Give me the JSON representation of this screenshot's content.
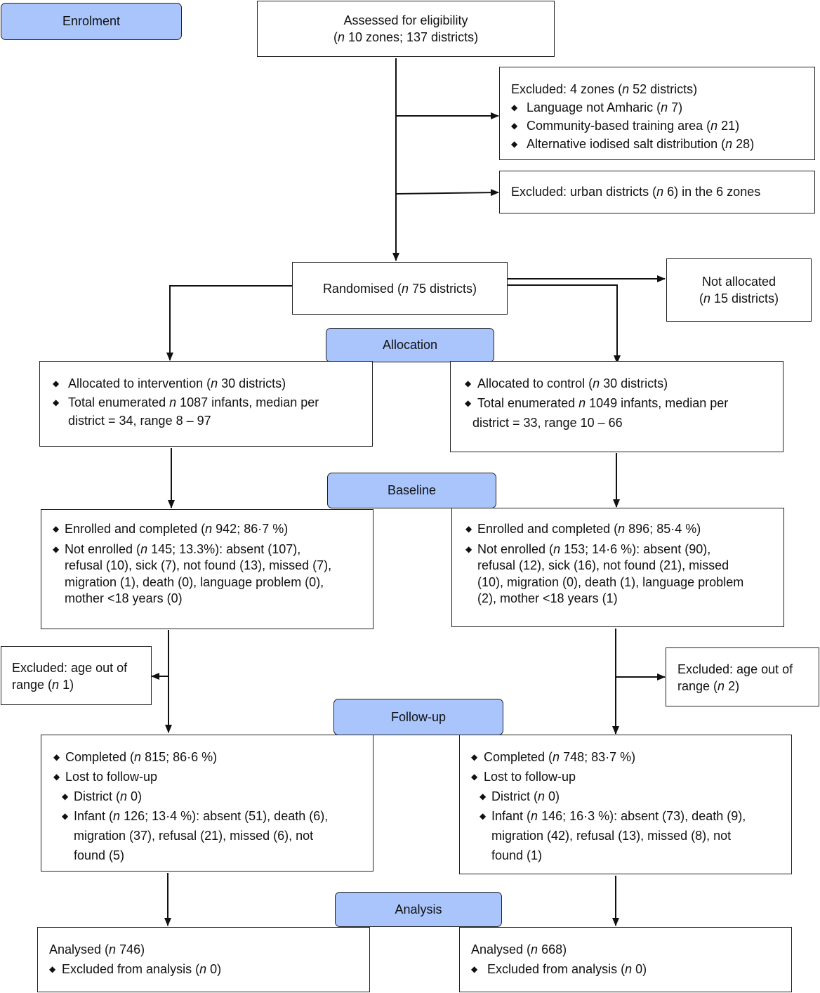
{
  "stages": {
    "enrolment": "Enrolment",
    "allocation": "Allocation",
    "baseline": "Baseline",
    "followup": "Follow-up",
    "analysis": "Analysis"
  },
  "assessed": {
    "line1": "Assessed for eligibility",
    "n": "n",
    "line2": "10 zones; 137 districts)"
  },
  "excluded_zones": {
    "title_pre": "Excluded: 4 zones (",
    "title_post": "52 districts)",
    "items": [
      {
        "pre": "Language not Amharic (",
        "post": "7)"
      },
      {
        "pre": "Community-based training area (",
        "post": "21)"
      },
      {
        "pre": "Alternative iodised salt distribution (",
        "post": "28)"
      }
    ]
  },
  "excluded_urban": {
    "pre": "Excluded: urban districts (",
    "post": "6) in the 6 zones"
  },
  "randomised": {
    "pre": "Randomised (",
    "post": "75 districts)"
  },
  "not_allocated": {
    "line1": "Not allocated",
    "pre": "(",
    "post": "15 districts)"
  },
  "intervention": {
    "alloc_pre": "Allocated to intervention (",
    "alloc_post": "30 districts)",
    "enum_pre": "Total enumerated ",
    "enum_post": "1087 infants, median per",
    "enum_line2": "district = 34, range 8 – 97",
    "enrolled_pre": "Enrolled and completed (",
    "enrolled_post": "942; 86·7 %)",
    "not_enrolled_pre": "Not enrolled (",
    "not_enrolled_post": "145; 13.3%): absent (107),",
    "not_enrolled_lines": [
      "refusal (10), sick (7), not found (13), missed (7),",
      "migration (1), death (0), language problem (0),",
      "mother <18 years (0)"
    ],
    "excluded_age_line1": "Excluded: age out of",
    "excluded_age_pre": "range (",
    "excluded_age_post": "1)",
    "completed_pre": "Completed (",
    "completed_post": "815; 86·6 %)",
    "lost": "Lost to follow-up",
    "district_pre": "District (",
    "district_post": "0)",
    "infant_pre": "Infant (",
    "infant_post": "126; 13·4 %): absent (51), death (6),",
    "infant_lines": [
      "migration (37), refusal (21), missed (6), not",
      "found (5)"
    ],
    "analysed_pre": "Analysed (",
    "analysed_post": "746)",
    "excl_analysis_pre": "Excluded from analysis (",
    "excl_analysis_post": "0)"
  },
  "control": {
    "alloc_pre": "Allocated to control (",
    "alloc_post": "30 districts)",
    "enum_pre": "Total enumerated ",
    "enum_post": "1049 infants, median per",
    "enum_line2": "district = 33, range 10 – 66",
    "enrolled_pre": "Enrolled and completed (",
    "enrolled_post": "896; 85·4 %)",
    "not_enrolled_pre": "Not enrolled (",
    "not_enrolled_post": "153; 14·6 %): absent (90),",
    "not_enrolled_lines": [
      "refusal (12), sick (16), not found (21), missed",
      "(10), migration (0), death (1), language problem",
      "(2), mother <18 years (1)"
    ],
    "excluded_age_line1": "Excluded: age out of",
    "excluded_age_pre": "range (",
    "excluded_age_post": "2)",
    "completed_pre": "Completed (",
    "completed_post": "748; 83·7 %)",
    "lost": "Lost to follow-up",
    "district_pre": "District (",
    "district_post": "0)",
    "infant_pre": "Infant (",
    "infant_post": "146; 16·3 %): absent (73), death (9),",
    "infant_lines": [
      "migration (42), refusal (13), missed (8), not",
      "found (1)"
    ],
    "analysed_pre": "Analysed (",
    "analysed_post": "668)",
    "excl_analysis_pre": "Excluded from analysis (",
    "excl_analysis_post": "0)"
  },
  "n_symbol": "n"
}
